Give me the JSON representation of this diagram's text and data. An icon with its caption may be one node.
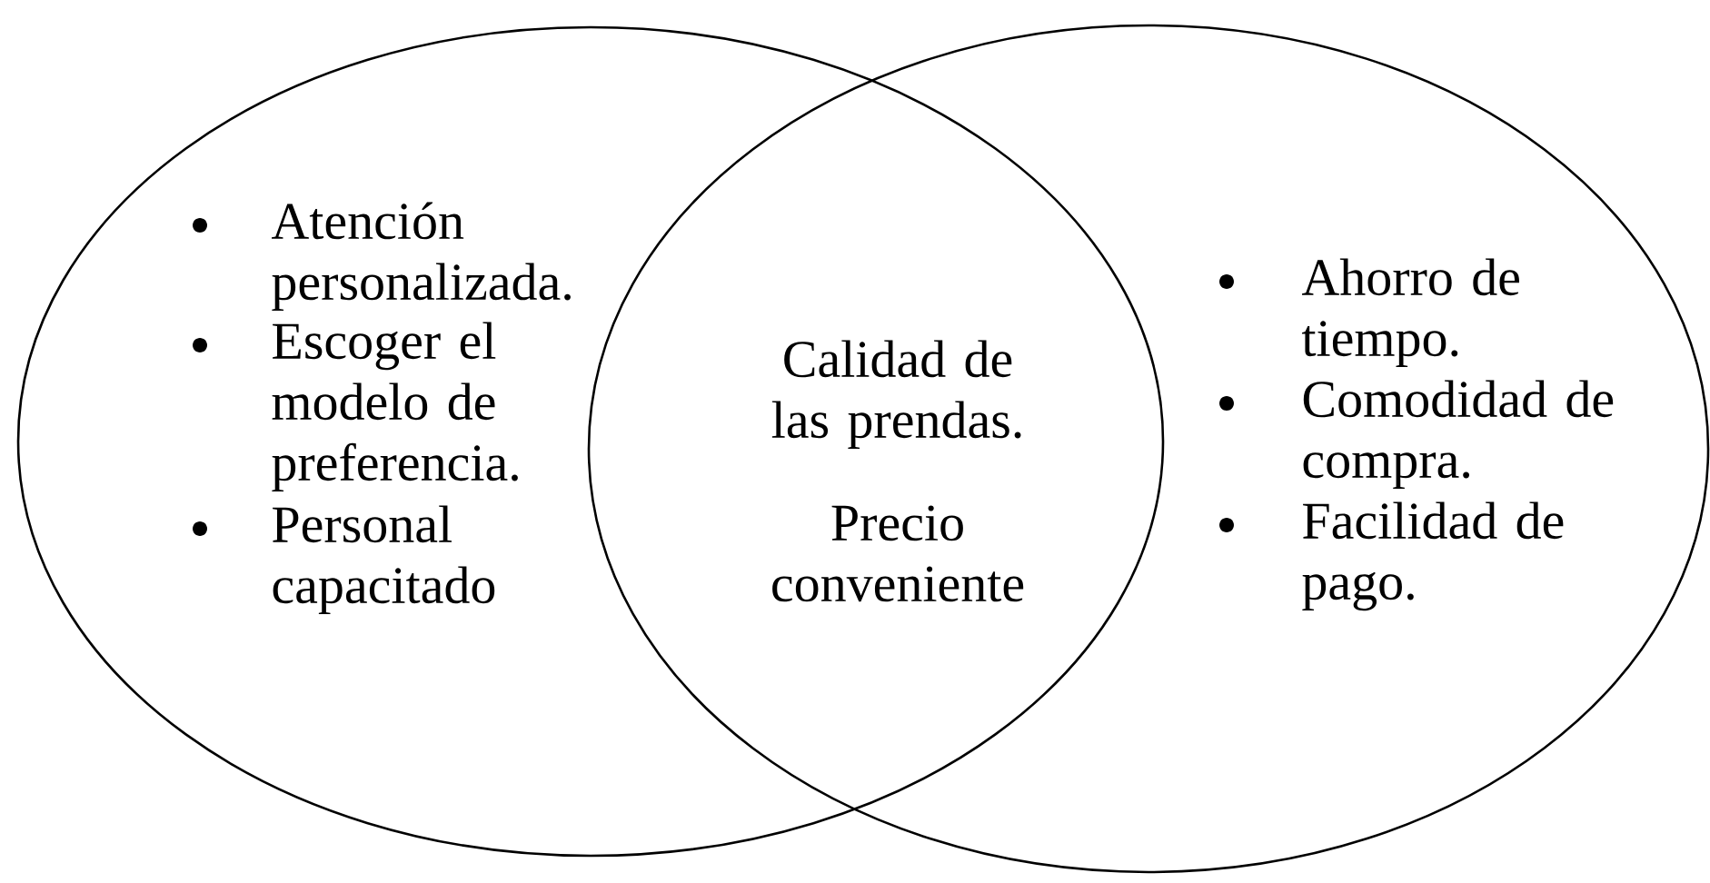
{
  "diagram": {
    "nodes": [
      {
        "text": [
          "Atención personalizada.",
          "Escoger el modelo de preferencia.",
          "Personal capacitado"
        ]
      },
      {
        "text": [
          "Ahorro de tiempo.",
          "Comodidad de compra.",
          "Facilidad de pago."
        ]
      }
    ],
    "labels": [
      "Calidad de las prendas.",
      "Precio conveniente"
    ]
  }
}
